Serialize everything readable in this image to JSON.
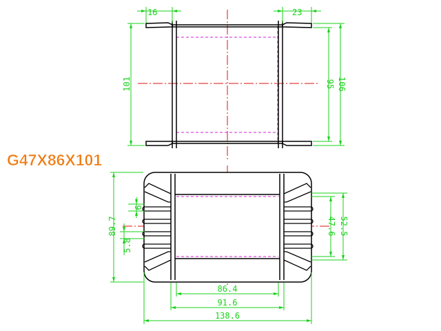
{
  "part_label": "G47X86X101",
  "colors": {
    "outline": "#000000",
    "dimension": "#19d219",
    "centerline": "#e01010",
    "hidden": "#d020d0",
    "label_fill": "#f07a10",
    "label_stroke": "#ffffff"
  },
  "top_view": {
    "dims": {
      "flange_left_width": "16",
      "flange_right_width": "23",
      "overall_height_left": "101",
      "inner_height": "95",
      "overall_height_right": "106"
    }
  },
  "bottom_view": {
    "dims": {
      "overall_height": "89.7",
      "slot_width": "6",
      "pin_pitch": "5.8",
      "window_height": "47.6",
      "bobbin_height": "52.5",
      "inner_width": "86.4",
      "window_width": "91.6",
      "overall_width": "138.6"
    }
  }
}
